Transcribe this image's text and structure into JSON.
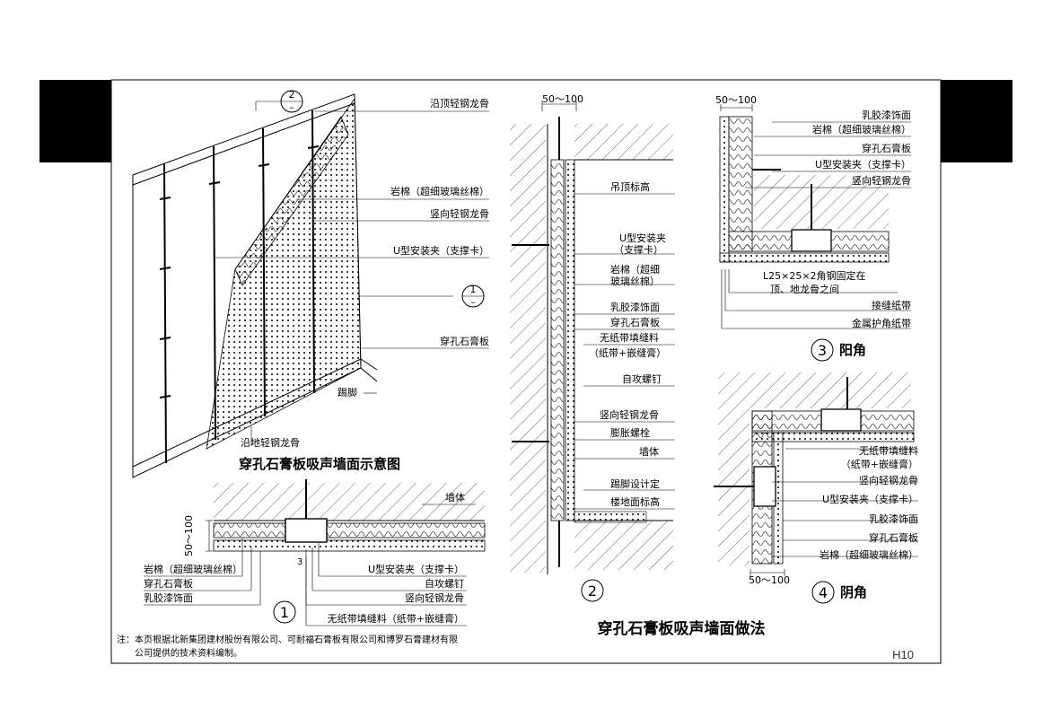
{
  "top_view": {
    "title": "穿孔石膏板吸声墙面示意图",
    "labels": {
      "top_runner": "沿顶轻钢龙骨",
      "rock_wool": "岩棉（超细玻璃丝棉）",
      "stud": "竖向轻钢龙骨",
      "u_clip": "U型安装夹（支撑卡）",
      "panel": "穿孔石膏板",
      "skirting": "踢脚",
      "floor_runner": "沿地轻钢龙骨"
    },
    "callout_top_num": "2",
    "callout_top_sub": "–",
    "callout_mid_num": "1",
    "callout_mid_sub": "–"
  },
  "section1": {
    "number": "1",
    "dim": "50～100",
    "wall": "墙体",
    "rock_wool": "岩棉（超细玻璃丝棉）",
    "panel": "穿孔石膏板",
    "finish": "乳胶漆饰面",
    "u_clip": "U型安装夹（支撑卡）",
    "screw": "自攻螺钉",
    "stud": "竖向轻钢龙骨",
    "joint": "无纸带填缝料（纸带+嵌缝膏）",
    "small_num": "3"
  },
  "section2": {
    "number": "2",
    "dim": "50～100",
    "labels": [
      "吊顶标高",
      "U型安装夹",
      "（支撑卡）",
      "岩棉（超细",
      "玻璃丝棉）",
      "乳胶漆饰面",
      "穿孔石膏板",
      "无纸带填缝料",
      "（纸带+嵌缝膏）",
      "自攻螺钉",
      "竖向轻钢龙骨",
      "膨胀螺栓",
      "墙体",
      "踢脚设计定",
      "楼地面标高"
    ]
  },
  "section3": {
    "number": "3",
    "caption": "阳角",
    "dim": "50～100",
    "labels": [
      "乳胶漆饰面",
      "岩棉（超细玻璃丝棉）",
      "穿孔石膏板",
      "U型安装夹（支撑卡）",
      "竖向轻钢龙骨",
      "L25×25×2角钢固定在",
      "顶、地龙骨之间",
      "接缝纸带",
      "金属护角纸带"
    ]
  },
  "section4": {
    "number": "4",
    "caption": "阴角",
    "dim": "50～100",
    "labels": [
      "无纸带填缝料",
      "（纸带+嵌缝膏）",
      "竖向轻钢龙骨",
      "U型安装夹（支撑卡）",
      "乳胶漆饰面",
      "穿孔石膏板",
      "岩棉（超细玻璃丝棉）"
    ]
  },
  "main_title": "穿孔石膏板吸声墙面做法",
  "note_line1": "注：本页根据北新集团建材股份有限公司、可耐福石膏板有限公司和博罗石膏建材有限",
  "note_line2": "公司提供的技术资料编制。",
  "page_number": "H10"
}
